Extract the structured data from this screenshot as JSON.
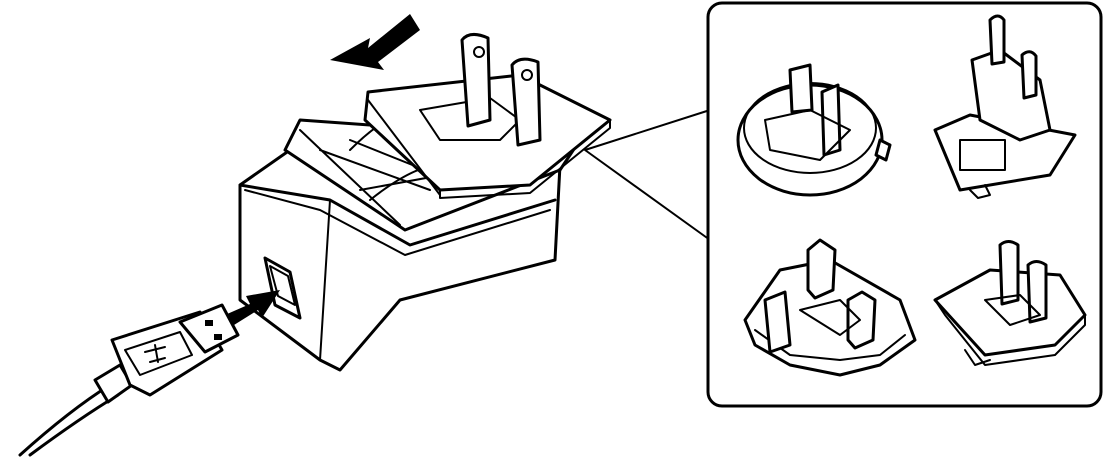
{
  "illustration": {
    "colors": {
      "line": "#000000",
      "background": "#ffffff"
    },
    "parts": [
      "charger-body",
      "us-plug-adapter",
      "removal-arrow",
      "usb-insert-arrow",
      "usb-cable",
      "adapter-inset"
    ],
    "inset_adapters": [
      "round-adapter",
      "euro-adapter",
      "uk-adapter",
      "us-adapter"
    ]
  }
}
